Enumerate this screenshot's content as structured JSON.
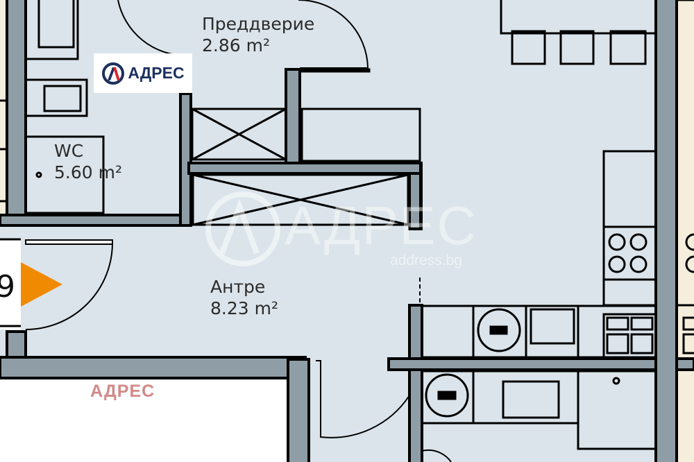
{
  "rooms": [
    {
      "name": "Преддверие",
      "area": "2.86 m²"
    },
    {
      "name": "WC",
      "area": "5.60 m²"
    },
    {
      "name": "Антре",
      "area": "8.23 m²"
    }
  ],
  "unit_number_fragment": "9",
  "logo": {
    "text": "АДРЕС"
  },
  "watermark": {
    "text": "АДРЕС",
    "url": "address.bg"
  },
  "bottom_label": "АДРЕС",
  "colors": {
    "floor": "#dbe4ea",
    "wall": "#8f9ea6",
    "outside": "#f5eedc",
    "entrance_arrow": "#f08a00",
    "logo_blue": "#1c2f5e",
    "logo_red": "#d9252b"
  }
}
